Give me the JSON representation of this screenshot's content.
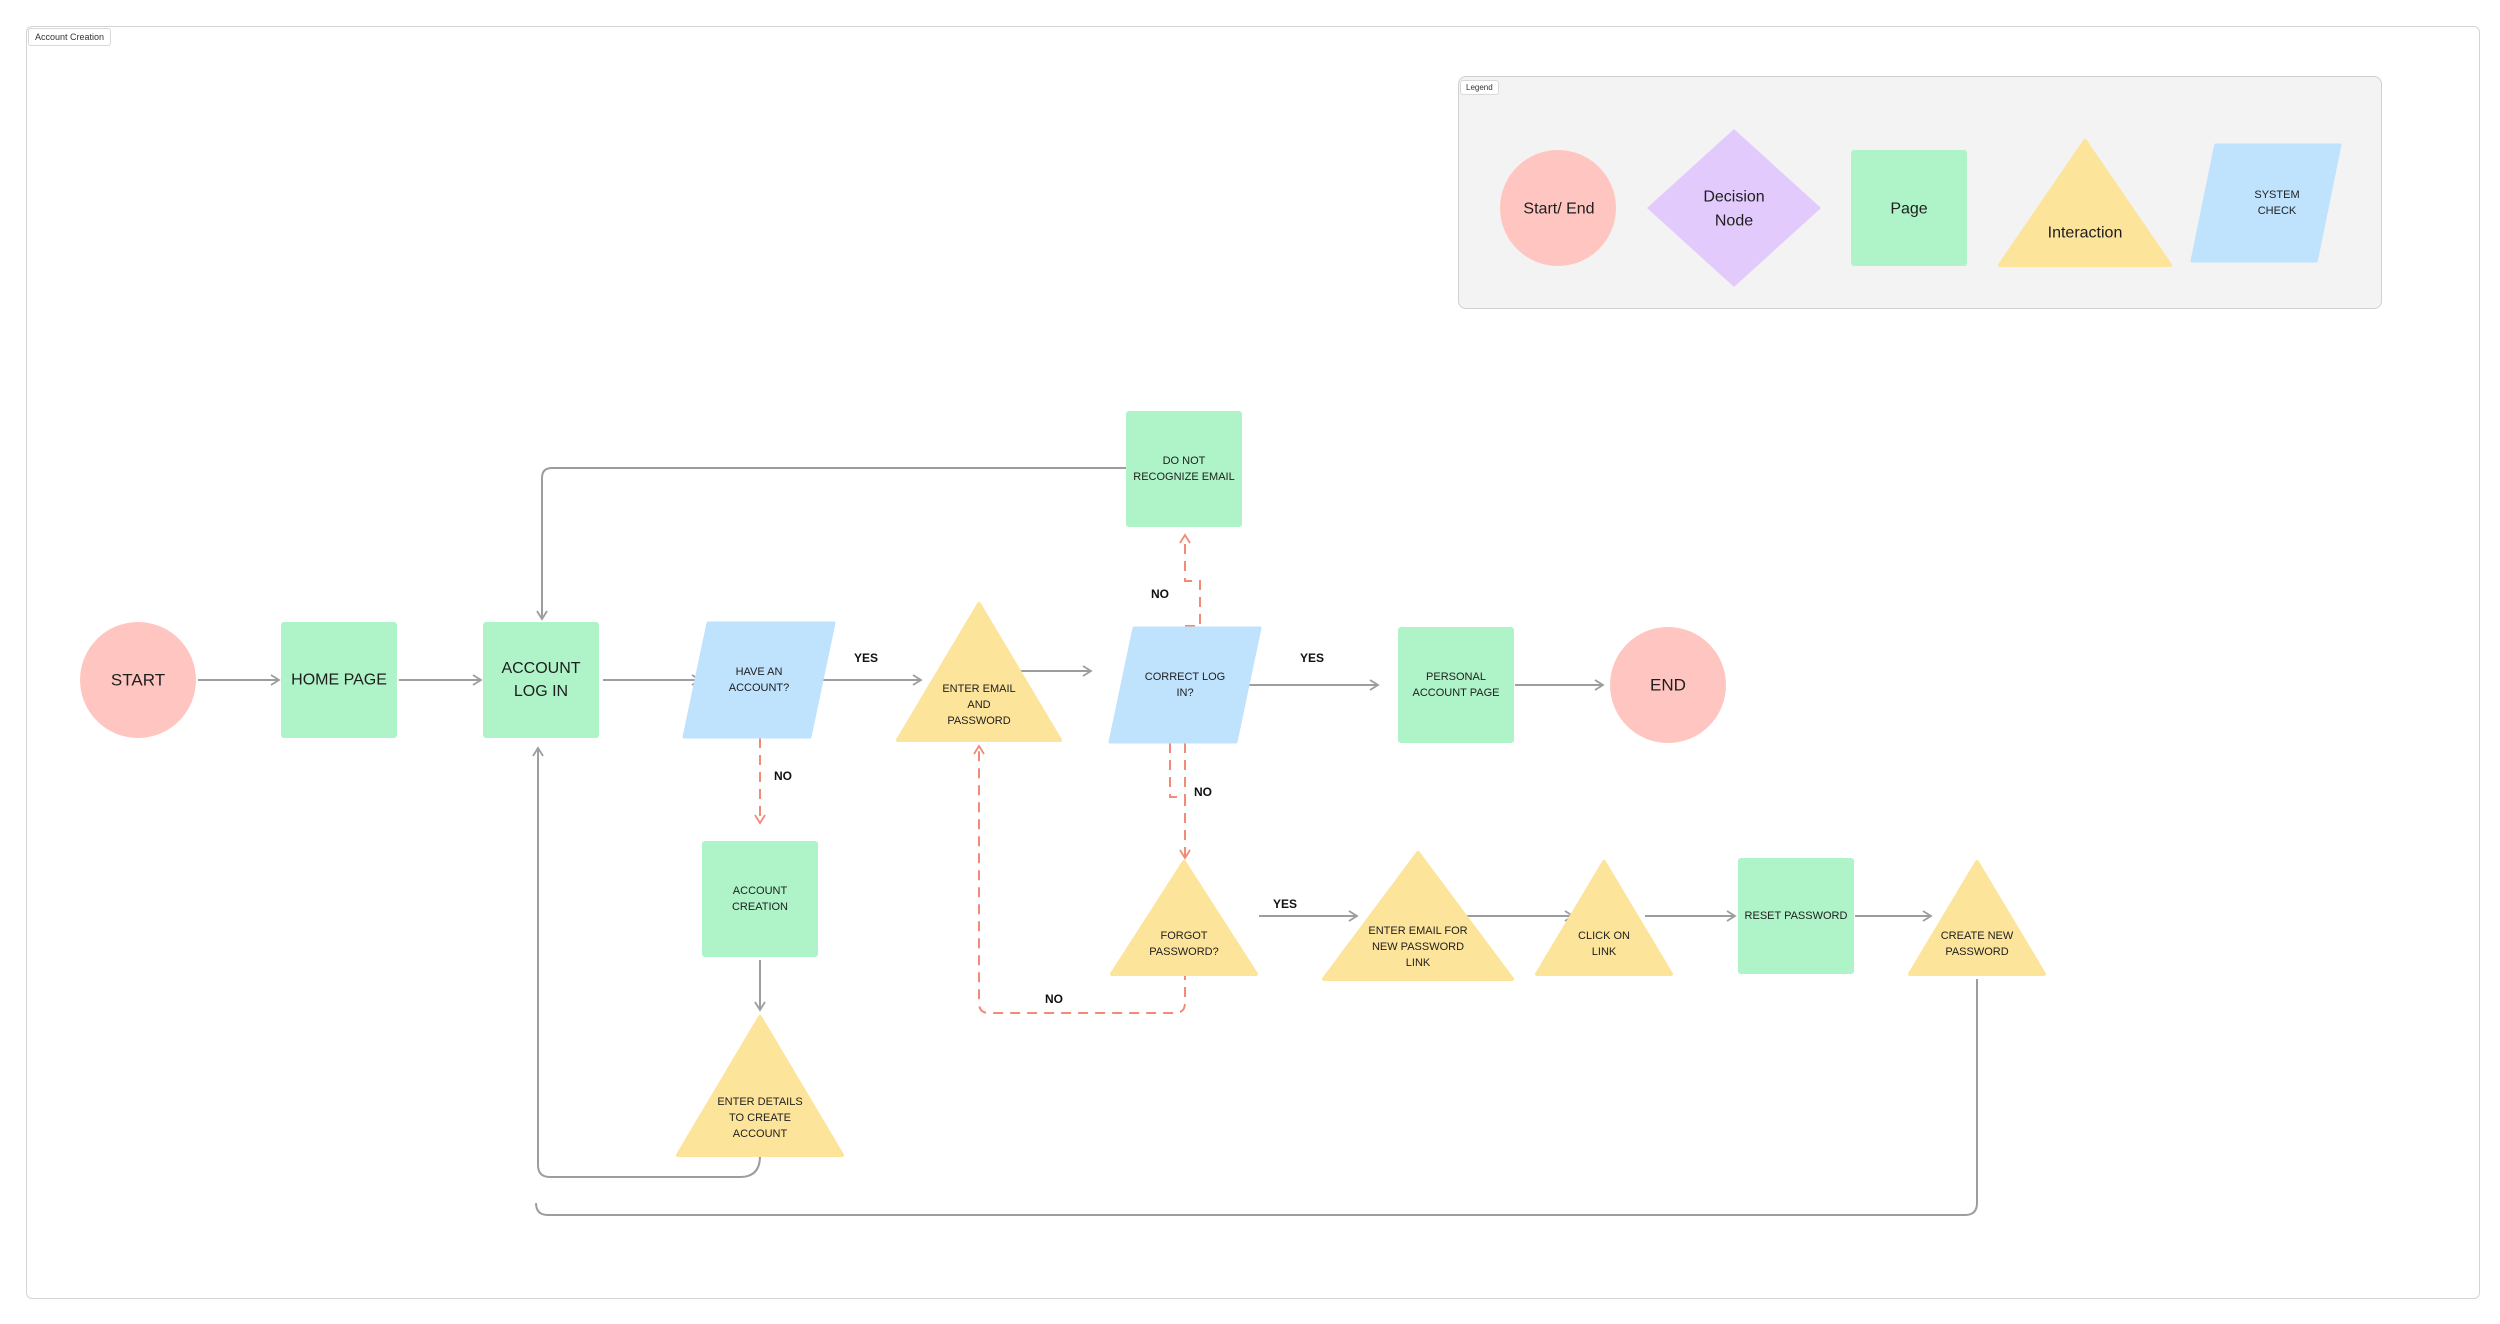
{
  "frame": {
    "title": "Account Creation"
  },
  "legend": {
    "title": "Legend",
    "items": {
      "start_end": [
        "Start/ End"
      ],
      "decision": [
        "Decision",
        "Node"
      ],
      "page": [
        "Page"
      ],
      "interaction": [
        "Interaction"
      ],
      "system_check": [
        "SYSTEM",
        "CHECK"
      ]
    }
  },
  "colors": {
    "start_end": "#ffc6c1",
    "decision": "#e2cbfc",
    "page": "#aff3c8",
    "interaction": "#fde49b",
    "system_check": "#bfe2fd",
    "flow_line": "#9d9d9d",
    "no_line": "#f28a78"
  },
  "nodes": {
    "start": [
      "START"
    ],
    "home_page": [
      "HOME PAGE"
    ],
    "account_log_in": [
      "ACCOUNT",
      "LOG IN"
    ],
    "have_an_account": [
      "HAVE AN",
      "ACCOUNT?"
    ],
    "enter_email_password": [
      "ENTER EMAIL",
      "AND",
      "PASSWORD"
    ],
    "do_not_recognize_email": [
      "DO NOT",
      "RECOGNIZE EMAIL"
    ],
    "correct_log_in": [
      "CORRECT LOG",
      "IN?"
    ],
    "personal_account_page": [
      "PERSONAL",
      "ACCOUNT PAGE"
    ],
    "end": [
      "END"
    ],
    "account_creation": [
      "ACCOUNT",
      "CREATION"
    ],
    "enter_details": [
      "ENTER DETAILS",
      "TO CREATE",
      "ACCOUNT"
    ],
    "forgot_password": [
      "FORGOT",
      "PASSWORD?"
    ],
    "enter_email_new_password": [
      "ENTER EMAIL FOR",
      "NEW PASSWORD",
      "LINK"
    ],
    "click_on_link": [
      "CLICK ON",
      "LINK"
    ],
    "reset_password": [
      "RESET PASSWORD"
    ],
    "create_new_password": [
      "CREATE NEW",
      "PASSWORD"
    ]
  },
  "edge_labels": {
    "have_account_yes": "YES",
    "have_account_no": "NO",
    "correct_login_yes": "YES",
    "correct_login_no": "NO",
    "not_recognized_no": "NO",
    "forgot_yes": "YES",
    "forgot_no": "NO"
  }
}
